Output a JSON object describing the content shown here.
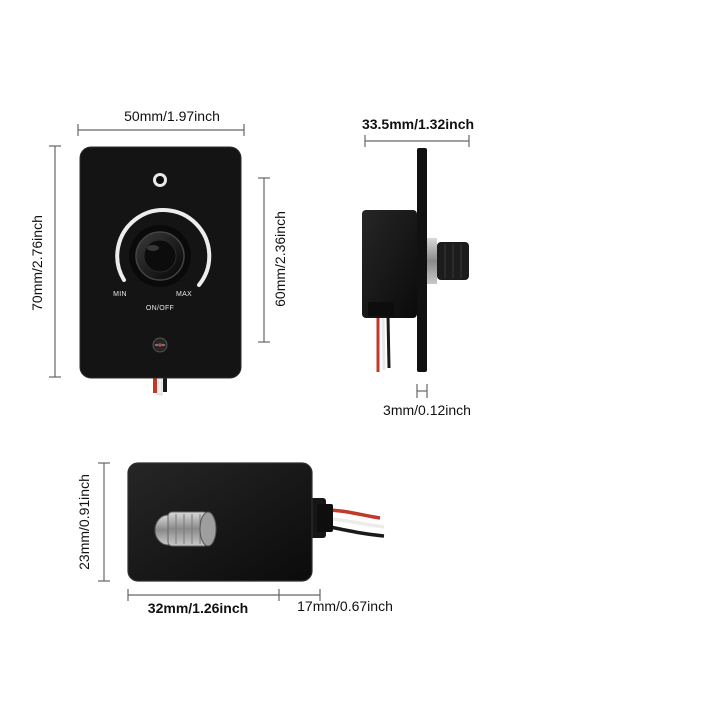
{
  "front_view": {
    "width_label": "50mm/1.97inch",
    "height_label": "70mm/2.76inch",
    "inner_height_label": "60mm/2.36inch",
    "knob_labels": {
      "min": "MIN",
      "max": "MAX",
      "on_off": "ON/OFF"
    }
  },
  "side_view": {
    "depth_label": "33.5mm/1.32inch",
    "plate_thickness_label": "3mm/0.12inch"
  },
  "box_view": {
    "height_label": "23mm/0.91inch",
    "length_label": "32mm/1.26inch",
    "depth_label": "17mm/0.67inch"
  },
  "colors": {
    "device": "#141414",
    "wire_red": "#c0392b",
    "wire_white": "#e8e8e8",
    "wire_black": "#1a1a1a",
    "metal": "#a8a8a8",
    "dimension_line": "#666666"
  }
}
